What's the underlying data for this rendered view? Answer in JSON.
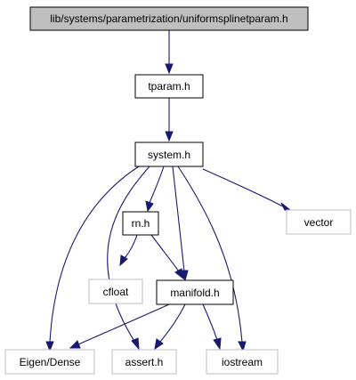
{
  "graph": {
    "nodes": {
      "root": {
        "label": "lib/systems/parametrization/uniformsplinetparam.h",
        "fill": "#bfbfbf",
        "border": "#000000"
      },
      "tparam": {
        "label": "tparam.h",
        "fill": "#ffffff",
        "border": "#000000"
      },
      "system": {
        "label": "system.h",
        "fill": "#ffffff",
        "border": "#000000"
      },
      "rn": {
        "label": "rn.h",
        "fill": "#ffffff",
        "border": "#000000"
      },
      "vector": {
        "label": "vector",
        "fill": "#ffffff",
        "border": "#bfbfbf"
      },
      "cfloat": {
        "label": "cfloat",
        "fill": "#ffffff",
        "border": "#bfbfbf"
      },
      "manifold": {
        "label": "manifold.h",
        "fill": "#ffffff",
        "border": "#000000"
      },
      "eigen": {
        "label": "Eigen/Dense",
        "fill": "#ffffff",
        "border": "#bfbfbf"
      },
      "assert": {
        "label": "assert.h",
        "fill": "#ffffff",
        "border": "#bfbfbf"
      },
      "iostream": {
        "label": "iostream",
        "fill": "#ffffff",
        "border": "#bfbfbf"
      }
    },
    "edges": [
      {
        "from": "root",
        "to": "tparam"
      },
      {
        "from": "tparam",
        "to": "system"
      },
      {
        "from": "system",
        "to": "rn"
      },
      {
        "from": "system",
        "to": "vector"
      },
      {
        "from": "system",
        "to": "manifold"
      },
      {
        "from": "system",
        "to": "eigen"
      },
      {
        "from": "system",
        "to": "assert"
      },
      {
        "from": "system",
        "to": "iostream"
      },
      {
        "from": "rn",
        "to": "cfloat"
      },
      {
        "from": "rn",
        "to": "manifold"
      },
      {
        "from": "manifold",
        "to": "eigen"
      },
      {
        "from": "manifold",
        "to": "assert"
      },
      {
        "from": "manifold",
        "to": "iostream"
      }
    ],
    "edge_color": "#191970"
  }
}
